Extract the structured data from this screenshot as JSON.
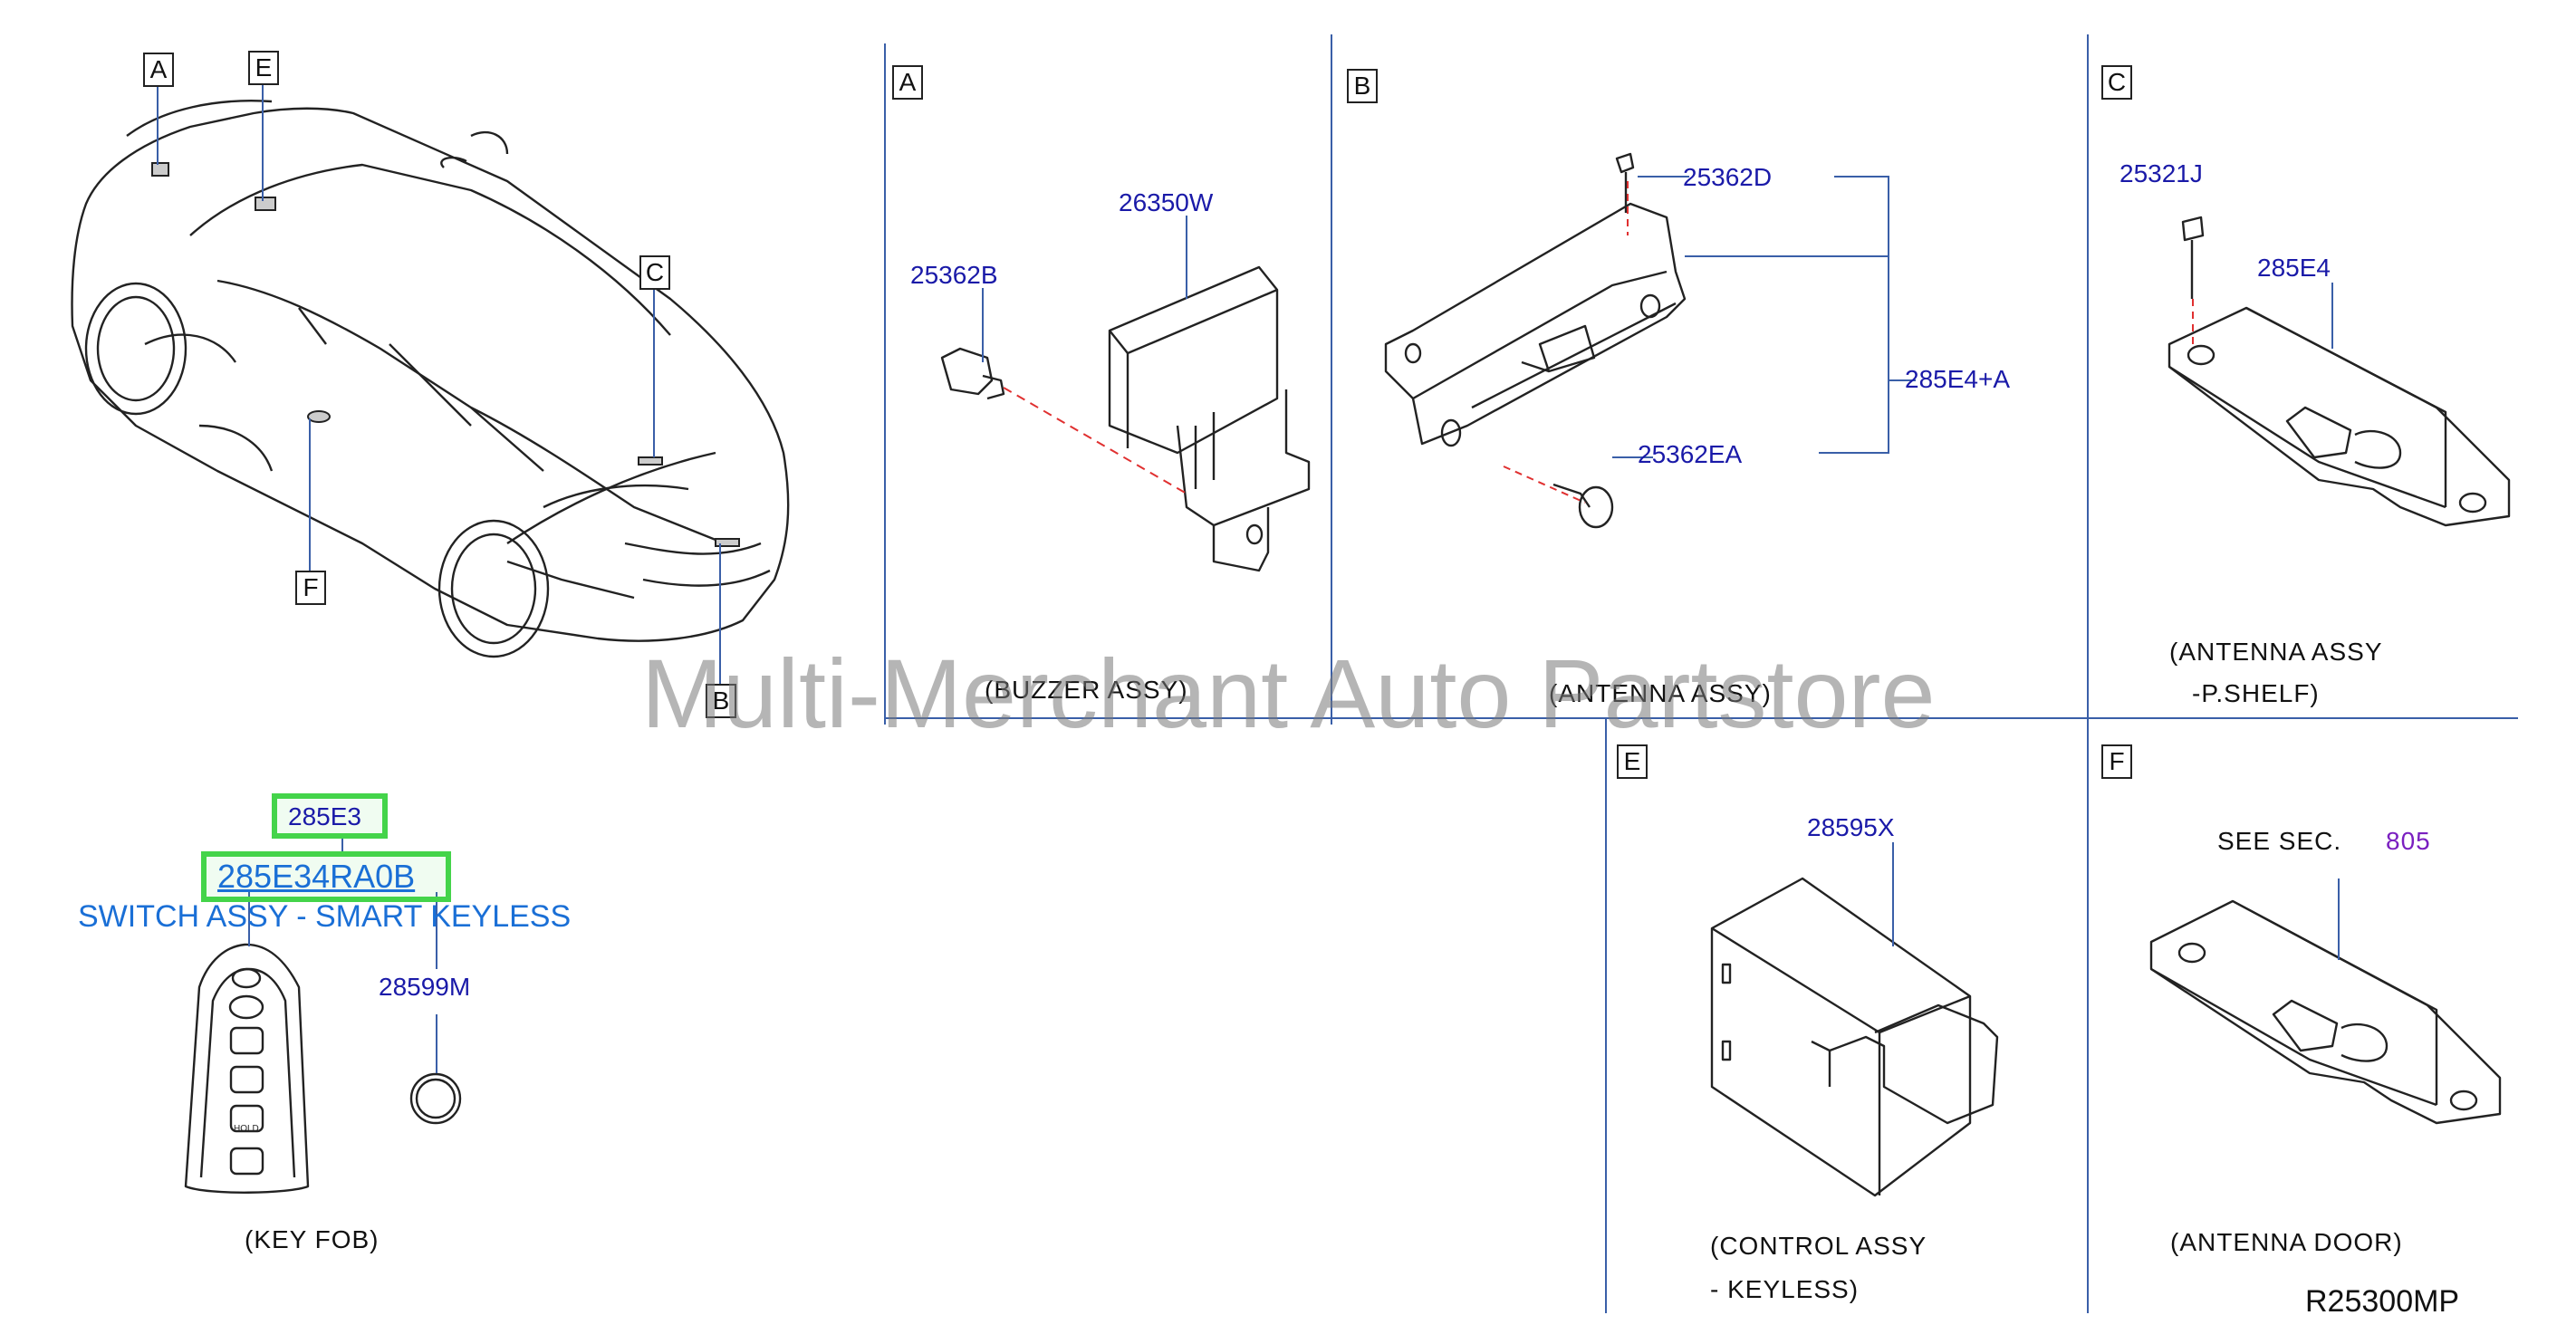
{
  "watermark": "Multi-Merchant Auto Partstore",
  "diagram_code": "R25300MP",
  "vehicle_callouts": [
    "A",
    "E",
    "C",
    "F",
    "B"
  ],
  "panels": {
    "A": {
      "letter": "A",
      "caption": "(BUZZER   ASSY)",
      "parts": [
        "26350W",
        "25362B"
      ]
    },
    "B": {
      "letter": "B",
      "caption": "(ANTENNA   ASSY)",
      "parts": [
        "25362D",
        "285E4+A",
        "25362EA"
      ]
    },
    "C": {
      "letter": "C",
      "caption_line1": "(ANTENNA   ASSY",
      "caption_line2": "-P.SHELF)",
      "parts": [
        "25321J",
        "285E4"
      ]
    },
    "E": {
      "letter": "E",
      "caption_line1": "(CONTROL   ASSY",
      "caption_line2": "-   KEYLESS)",
      "parts": [
        "28595X"
      ]
    },
    "F": {
      "letter": "F",
      "caption": "(ANTENNA   DOOR)",
      "see_sec_label": "SEE   SEC.",
      "see_sec_number": "805"
    }
  },
  "key_fob": {
    "part_short": "285E3",
    "part_full": "285E34RA0B",
    "description": "SWITCH ASSY - SMART KEYLESS",
    "battery_part": "28599M",
    "caption": "(KEY   FOB)",
    "hold_label": "HOLD"
  },
  "colors": {
    "part_number": "#1a1aa8",
    "highlight": "#44d44a",
    "link_blue": "#1a6fd6",
    "see_sec": "#7a1fc0",
    "divider": "#3a5fa8",
    "leader_red": "#e03030"
  }
}
